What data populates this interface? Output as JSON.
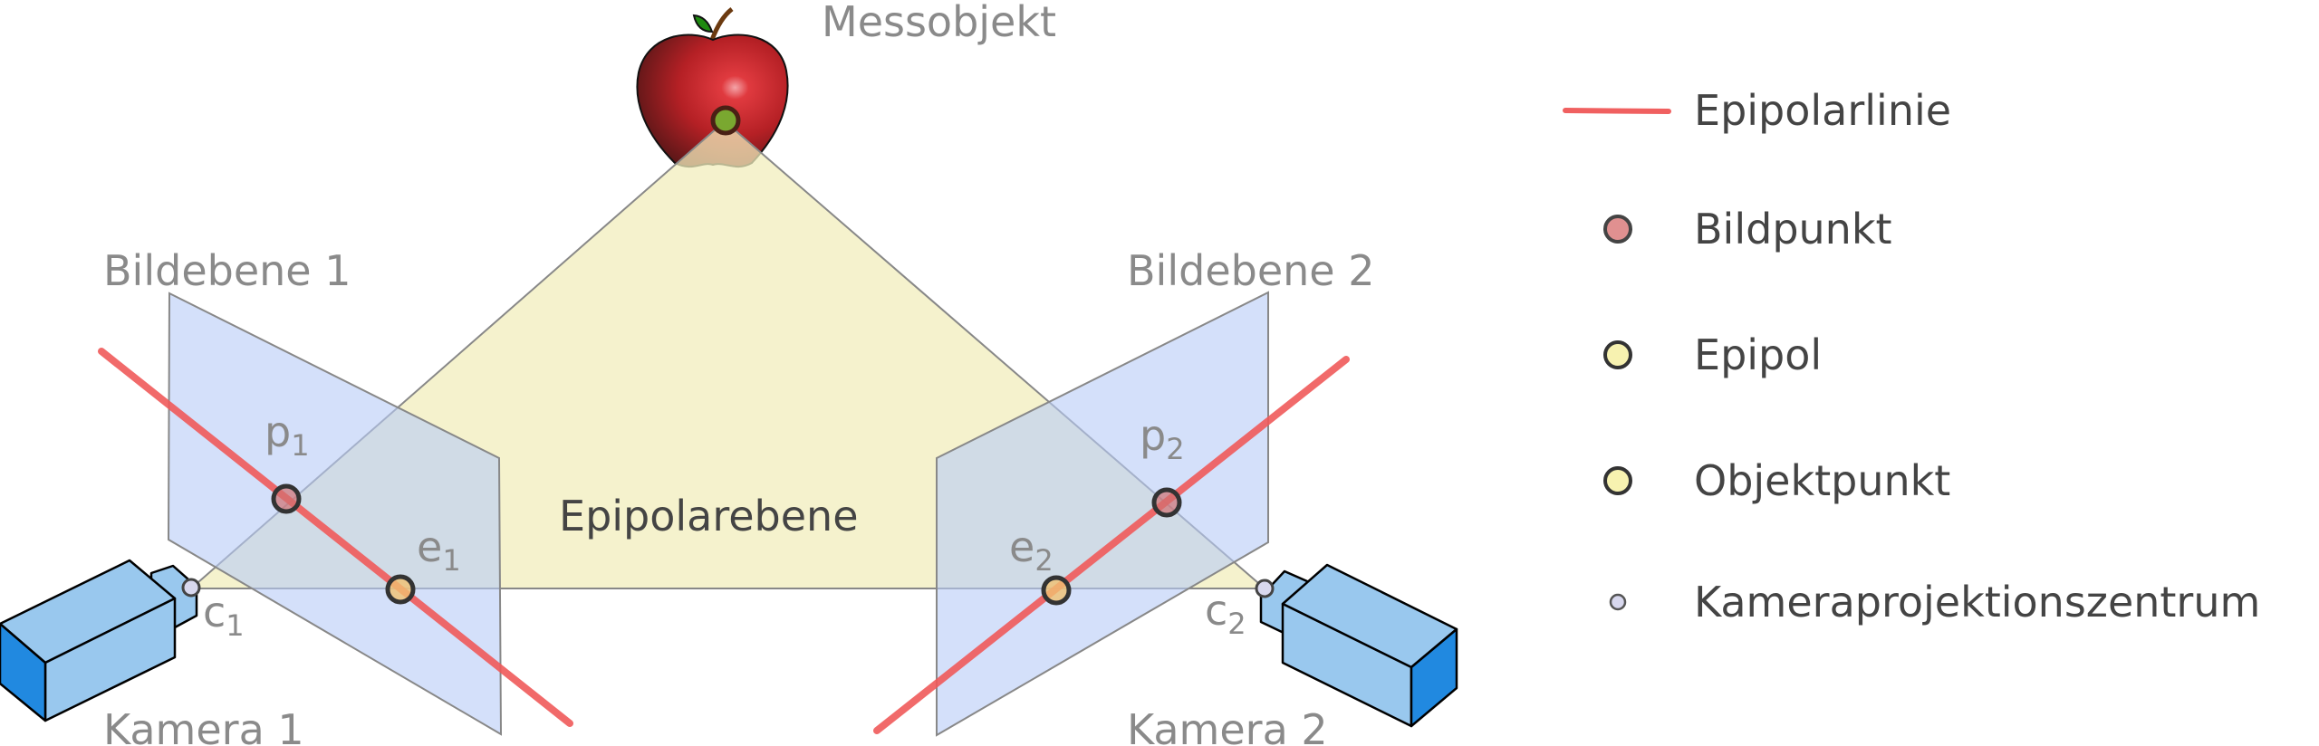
{
  "labels": {
    "object": "Messobjekt",
    "plane1": "Bildebene 1",
    "plane2": "Bildebene 2",
    "epipolar_plane": "Epipolarebene",
    "camera1": "Kamera 1",
    "camera2": "Kamera 2"
  },
  "points": {
    "p1": {
      "base": "p",
      "sub": "1"
    },
    "e1": {
      "base": "e",
      "sub": "1"
    },
    "c1": {
      "base": "c",
      "sub": "1"
    },
    "p2": {
      "base": "p",
      "sub": "2"
    },
    "e2": {
      "base": "e",
      "sub": "2"
    },
    "c2": {
      "base": "c",
      "sub": "2"
    }
  },
  "legend": [
    {
      "label": "Epipolarlinie",
      "symbol": "line",
      "color": "#f06060"
    },
    {
      "label": "Bildpunkt",
      "symbol": "circle",
      "color": "#e09090"
    },
    {
      "label": "Epipol",
      "symbol": "circle",
      "color": "#f7f2b0"
    },
    {
      "label": "Objektpunkt",
      "symbol": "circle",
      "color": "#f7f2b0"
    },
    {
      "label": "Kameraprojektionszentrum",
      "symbol": "small-circle",
      "color": "#d8d8ee"
    }
  ],
  "colors": {
    "epipolar_line": "#f05a5a",
    "image_plane": "#c5d5f8",
    "epipolar_plane": "#f3efc4",
    "camera_body": "#99c8ee",
    "camera_front": "#2189e0"
  }
}
